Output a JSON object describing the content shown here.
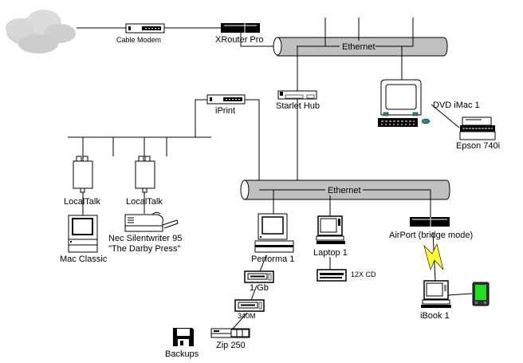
{
  "diagram": {
    "title": "Home network diagram",
    "colors": {
      "ethernet_fill": "#c0c0c0",
      "cloud": "#d0d0d0",
      "lightning": "#ffff33",
      "pda_screen": "#22dd22",
      "imac_accent": "#2a8a8a"
    },
    "labels": {
      "cable_modem": "Cable Modem",
      "xrouter": "XRouter Pro",
      "ethernet_top": "Ethernet",
      "starlet_hub": "Starlet Hub",
      "dvd_imac": "DVD iMac 1",
      "epson": "Epson 740i",
      "iprint": "iPrint",
      "localtalk_1": "LocalTalk",
      "localtalk_2": "LocalTalk",
      "mac_classic": "Mac Classic",
      "nec_line1": "Nec Silentwriter 95",
      "nec_line2": "\"The Darby Press\"",
      "ethernet_bottom": "Ethernet",
      "performa": "Performa 1",
      "laptop": "Laptop 1",
      "cd": "12X CD",
      "airport": "AirPort (bridge mode)",
      "ibook": "iBook 1",
      "hd_1gb": "1 Gb",
      "hd_340": "340M",
      "zip": "Zip 250",
      "backups": "Backups"
    }
  }
}
